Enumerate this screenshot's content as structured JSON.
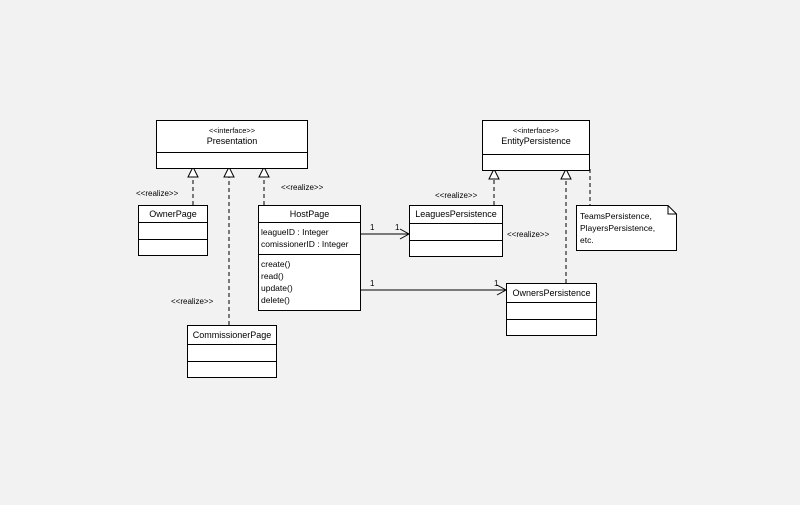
{
  "interfaces": {
    "presentation": {
      "stereotype": "<<interface>>",
      "name": "Presentation"
    },
    "entity_persistence": {
      "stereotype": "<<interface>>",
      "name": "EntityPersistence"
    }
  },
  "classes": {
    "owner_page": {
      "name": "OwnerPage"
    },
    "host_page": {
      "name": "HostPage",
      "attributes": [
        "leagueID : Integer",
        "comissionerID : Integer"
      ],
      "methods": [
        "create()",
        "read()",
        "update()",
        "delete()"
      ]
    },
    "commissioner_page": {
      "name": "CommissionerPage"
    },
    "leagues_persistence": {
      "name": "LeaguesPersistence"
    },
    "owners_persistence": {
      "name": "OwnersPersistence"
    }
  },
  "note": {
    "lines": [
      "TeamsPersistence,",
      "PlayersPersistence,",
      "etc."
    ]
  },
  "labels": {
    "realize": "<<realize>>"
  },
  "multiplicities": {
    "host_leagues_source": "1",
    "host_leagues_target": "1",
    "host_owners_source": "1",
    "host_owners_target": "1"
  }
}
